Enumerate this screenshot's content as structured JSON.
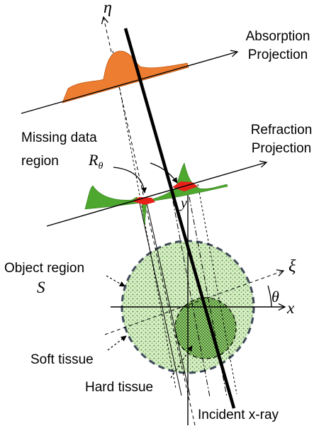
{
  "labels": {
    "absorption_line1": "Absorption",
    "absorption_line2": "Projection",
    "refraction_line1": "Refraction",
    "refraction_line2": "Projection",
    "missing_line1": "Missing data",
    "missing_line2": "region",
    "object_region": "Object region",
    "soft_tissue": "Soft tissue",
    "hard_tissue": "Hard tissue",
    "incident_xray": "Incident x-ray"
  },
  "symbols": {
    "eta": "η",
    "xi": "ξ",
    "theta": "θ",
    "x": "x",
    "y": "y",
    "S": "S",
    "R": "R",
    "R_sub": "θ"
  },
  "colors": {
    "absorption_fill": "#ed7d31",
    "refraction_fill": "#4ea72e",
    "missing_marker": "#e8201a",
    "object_fill": "#c9e8b4",
    "object_border": "#3f4a5a",
    "line": "#000000"
  }
}
